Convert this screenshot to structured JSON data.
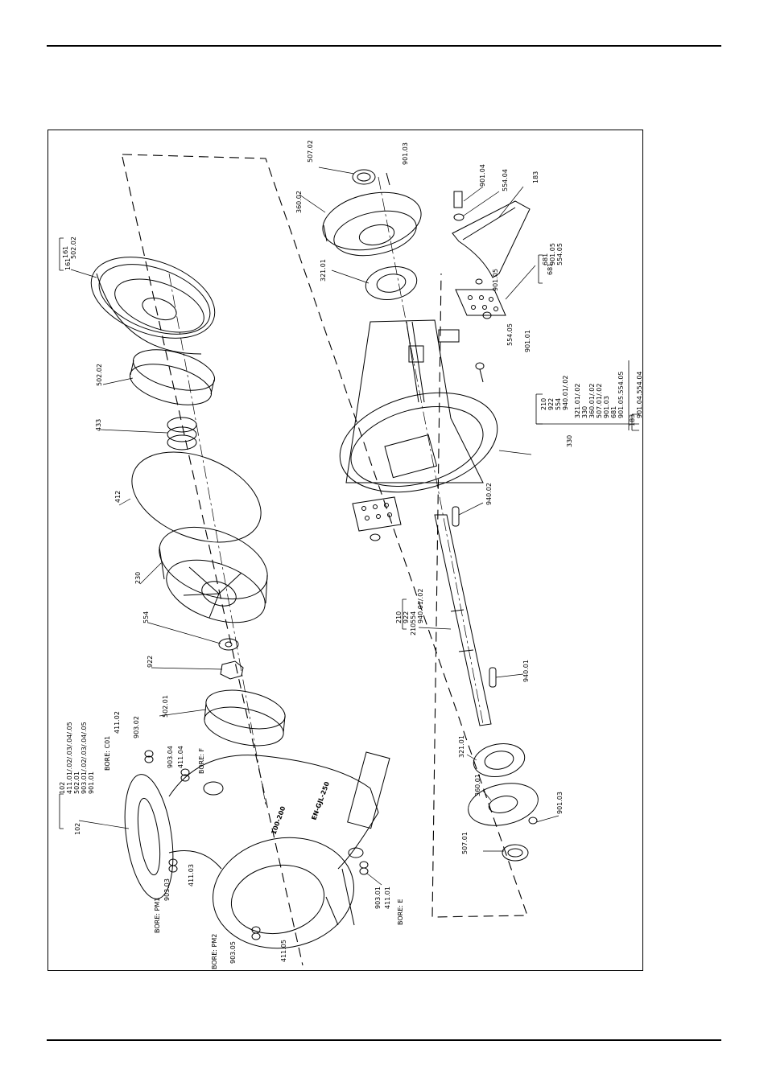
{
  "labels": {
    "l161": "161",
    "l161b": "161",
    "l50202b": "502.02",
    "l50202": "502.02",
    "l433": "433",
    "l412": "412",
    "l230": "230",
    "l554": "554",
    "l922": "922",
    "l50201": "502.01",
    "l102": "102",
    "g102_1": "102",
    "g102_2": "411.01/.02/.03/.04/.05",
    "g102_3": "502.01",
    "g102_4": "903.01/.02/.03/.04/.05",
    "g102_5": "901.01",
    "l41102": "411.02",
    "l90302": "903.02",
    "lboreC01": "BORE: C01",
    "l90304": "903.04",
    "l41104": "411.04",
    "lboreF": "BORE: F",
    "l90303": "903.03",
    "l41103": "411.03",
    "lborePM1": "BORE: PM1",
    "lborePM2": "BORE: PM2",
    "l90305": "903.05",
    "l41105": "411.05",
    "l90301": "903.01",
    "l41101": "411.01",
    "lboreE": "BORE: E",
    "l50702": "507.02",
    "l90103a": "901.03",
    "l36002": "360.02",
    "l32101a": "321.01",
    "l90104": "901.04",
    "l55404": "554.04",
    "l183": "183",
    "g681_1": "681",
    "g681_2": "901.05",
    "g681_3": "554.05",
    "l681": "681",
    "l90105": "901.05",
    "l55405": "554.05",
    "l90101": "901.01",
    "g210a_1": "210",
    "g210a_2": "922",
    "g210a_3": "554",
    "g210a_4": "940.01/.02",
    "g330_1": "321.01/.02",
    "g330_2": "330",
    "g330_3": "360.01/.02",
    "g330_4": "507.01/.02",
    "g330_5": "901.03",
    "g330_6": "681",
    "g330_7": "901.05.554.05",
    "g183_1": "183",
    "g183_2": "901.04.554.04",
    "l330": "330",
    "l94002": "940.02",
    "g210b_1": "210",
    "g210b_2": "922",
    "g210b_3": "554",
    "g210b_4": "940.01/.02",
    "l210": "210",
    "l94001": "940.01",
    "l32101b": "321.01",
    "l36001": "360.01",
    "l90103b": "901.03",
    "l50701": "507.01",
    "cast1": "100-200",
    "cast2": "EN-GJL-250"
  }
}
